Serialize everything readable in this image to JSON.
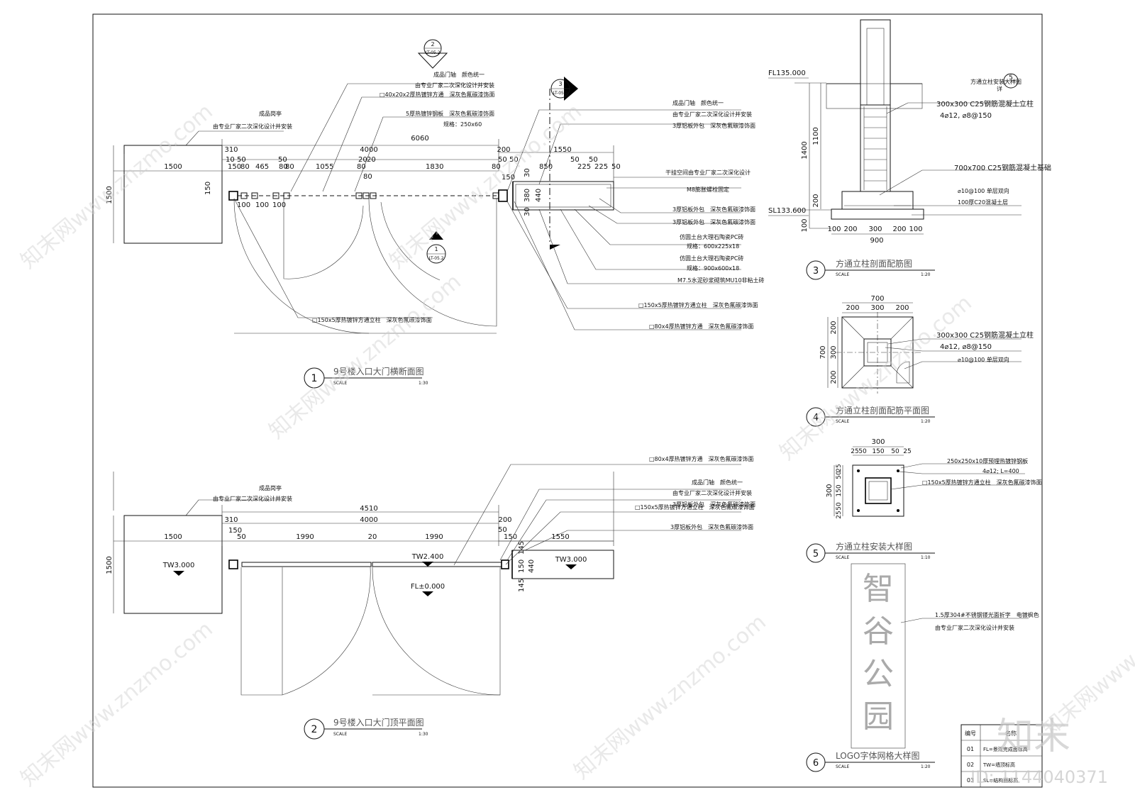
{
  "drawings": {
    "d1": {
      "number": "1",
      "title": "9号楼入口大门横断面图",
      "scale_label": "SCALE",
      "scale": "1:30"
    },
    "d2": {
      "number": "2",
      "title": "9号楼入口大门顶平面图",
      "scale_label": "SCALE",
      "scale": "1:30"
    },
    "d3": {
      "number": "3",
      "title": "方通立柱剖面配筋图",
      "scale_label": "SCALE",
      "scale": "1:20"
    },
    "d4": {
      "number": "4",
      "title": "方通立柱剖面配筋平面图",
      "scale_label": "SCALE",
      "scale": "1:20"
    },
    "d5": {
      "number": "5",
      "title": "方通立柱安装大样图",
      "scale_label": "SCALE",
      "scale": "1:10"
    },
    "d6": {
      "number": "6",
      "title": "LOGO字体网格大样图",
      "scale_label": "SCALE",
      "scale": "1:20"
    }
  },
  "section_marks": [
    {
      "num": "2",
      "ref": "LT-05.2"
    },
    {
      "num": "3",
      "ref": "LT-05.2"
    },
    {
      "num": "1",
      "ref": "LT-05.2"
    }
  ],
  "plan1": {
    "dims_top": [
      "6060",
      "4000",
      "200",
      "1550",
      "310",
      "1500",
      "1500"
    ],
    "dims_row": [
      "10",
      "50",
      "150",
      "80",
      "465",
      "50",
      "80",
      "80",
      "1055",
      "20",
      "20",
      "80",
      "80",
      "1830",
      "80",
      "50",
      "50",
      "850",
      "50",
      "50",
      "225",
      "225",
      "50",
      "150",
      "100",
      "100",
      "100"
    ],
    "dims_side": [
      "30",
      "380",
      "440",
      "30",
      "150"
    ],
    "notes_left": [
      "成品岗亭",
      "由专业厂家二次深化设计并安装"
    ],
    "notes_top": [
      "成品门轴　颜色统一",
      "由专业厂家二次深化设计并安装",
      "□40x20x2厚热镀锌方通　深灰色氟碳漆饰面",
      "5厚热镀锌钢板　深灰色氟碳漆饰面",
      "规格：250x60"
    ],
    "notes_right": [
      "成品门轴　颜色统一",
      "由专业厂家二次深化设计并安装",
      "3厚铝板外包　深灰色氟碳漆饰面",
      "干挂空间由专业厂家二次深化设计",
      "M8膨胀螺栓固定",
      "3厚铝板外包　深灰色氟碳漆饰面",
      "3厚铝板外包　深灰色氟碳漆饰面",
      "仿圆土台大理石陶瓷PC砖",
      "规格：600x225x18",
      "仿圆土台大理石陶瓷PC砖",
      "规格：900x600x18",
      "M7.5水泥砂浆砌筑MU10非粘土砖",
      "□150x5厚热镀锌方通立柱　深灰色氟碳漆饰面",
      "□80x4厚热镀锌方通　深灰色氟碳漆饰面"
    ],
    "note_bottom": "□150x5厚热镀锌方通立柱　深灰色氟碳漆饰面"
  },
  "plan2": {
    "dims_top": [
      "4510",
      "4000",
      "310",
      "200",
      "1500",
      "150",
      "50",
      "1990",
      "20",
      "1990",
      "50",
      "150",
      "1550",
      "1500",
      "145",
      "150",
      "440",
      "145"
    ],
    "elevations": [
      "TW3.000",
      "TW2.400",
      "FL±0.000",
      "TW3.000"
    ],
    "notes_left": [
      "成品岗亭",
      "由专业厂家二次深化设计并安装"
    ],
    "notes_right": [
      "□80x4厚热镀锌方通　深灰色氟碳漆饰面",
      "成品门轴　颜色统一",
      "由专业厂家二次深化设计并安装",
      "3厚铝板外包　深灰色氟碳漆饰面",
      "□150x5厚热镀锌方通立柱　深灰色氟碳漆饰面",
      "3厚铝板外包　深灰色氟碳漆饰面"
    ]
  },
  "section3": {
    "levels": [
      "FL135.000",
      "SL133.600"
    ],
    "dims_v": [
      "1400",
      "1100",
      "200",
      "100"
    ],
    "dims_h": [
      "100",
      "200",
      "300",
      "200",
      "100",
      "900"
    ],
    "notes": [
      "方通立柱安装大样图",
      "详",
      "5",
      "300x300  C25钢筋混凝土立柱",
      "4⌀12, ⌀8@150",
      "700x700  C25钢筋混凝土基础",
      "⌀10@100  单层双向",
      "100厚C20混凝土层"
    ]
  },
  "plan4": {
    "dims_h": [
      "700",
      "200",
      "300",
      "200"
    ],
    "dims_v": [
      "700",
      "200",
      "300",
      "200"
    ],
    "notes": [
      "300x300  C25钢筋混凝土立柱",
      "4⌀12, ⌀8@150",
      "⌀10@100  单层双向"
    ]
  },
  "detail5": {
    "dims_h": [
      "300",
      "25",
      "50",
      "150",
      "50",
      "25"
    ],
    "dims_v": [
      "300",
      "25",
      "50",
      "150",
      "50",
      "25"
    ],
    "notes": [
      "250x250x10厚预埋热镀锌钢板",
      "4⌀12; L=400",
      "□150x5厚热镀锌方通立柱　深灰色氟碳漆饰面"
    ]
  },
  "detail6": {
    "logo_chars": [
      "智",
      "谷",
      "公",
      "园"
    ],
    "notes": [
      "1.5厚304#不锈钢镂光面折字　电镀枫色",
      "由专业厂家二次深化设计并安装"
    ]
  },
  "legend": {
    "header": [
      "编号",
      "名称"
    ],
    "rows": [
      [
        "01",
        "FL=景观完成面标高"
      ],
      [
        "02",
        "TW=墙顶标高"
      ],
      [
        "03",
        "SL=结构面标高"
      ]
    ]
  },
  "watermark": {
    "brand": "知末",
    "id": "ID: 1144040371",
    "text": "知末网www.znzmo.com"
  }
}
